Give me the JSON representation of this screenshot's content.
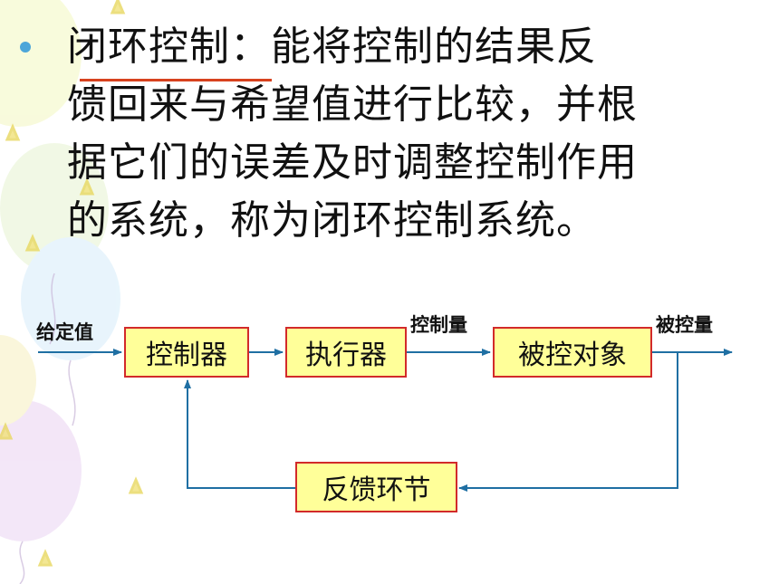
{
  "text": {
    "lines": [
      "闭环控制：能将控制的结果反",
      "馈回来与希望值进行比较，并根",
      "据它们的误差及时调整控制作用",
      "的系统，称为闭环控制系统。"
    ]
  },
  "diagram": {
    "blocks": {
      "controller": "控制器",
      "actuator": "执行器",
      "plant": "被控对象",
      "feedback": "反馈环节"
    },
    "signals": {
      "input": "给定值",
      "control": "控制量",
      "output": "被控量"
    },
    "colors": {
      "box_fill": "#ffff99",
      "box_border": "#d22a2a",
      "line": "#1f6fa3",
      "bullet": "#4da6d9",
      "underline": "#d7421e"
    }
  }
}
